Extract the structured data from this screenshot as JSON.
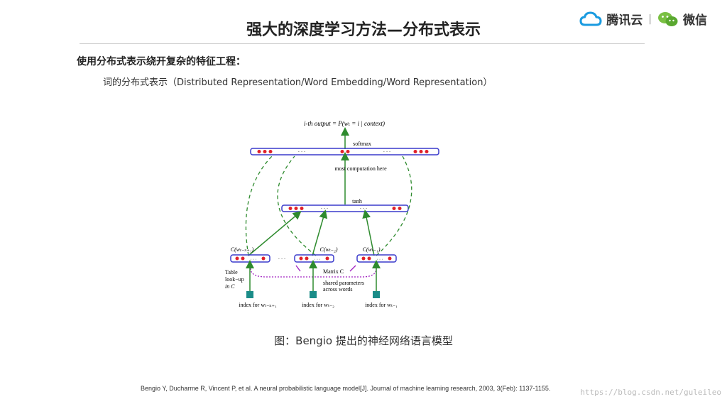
{
  "header": {
    "title": "强大的深度学习方法—分布式表示",
    "brand_tencent": "腾讯云",
    "brand_separator": "|",
    "brand_wechat": "微信"
  },
  "content": {
    "subtitle": "使用分布式表示绕开复杂的特征工程：",
    "description": "词的分布式表示（Distributed Representation/Word Embedding/Word Representation）"
  },
  "diagram": {
    "output_label": "i-th output = P(wₜ = i | context)",
    "softmax_label": "softmax",
    "most_computation_label": "most  computation here",
    "tanh_label": "tanh",
    "ellipsis": "· · ·",
    "ctx_label_1": "C(wₜ₋ₙ₊₁)",
    "ctx_label_2": "C(wₜ₋₂)",
    "ctx_label_3": "C(wₜ₋₁)",
    "table_lookup_1": "Table",
    "table_lookup_2": "look−up",
    "table_lookup_3": "in C",
    "matrix_label": "Matrix C",
    "shared_1": "shared parameters",
    "shared_2": "across words",
    "index_1": "index for wₜ₋ₙ₊₁",
    "index_2": "index for wₜ₋₂",
    "index_3": "index for wₜ₋₁",
    "colors": {
      "box": "#3a3acc",
      "dot": "#e0202a",
      "arrow": "#2e8b2e",
      "dashed": "#2e8b2e",
      "dotted": "#a020c0",
      "input": "#1a8c88"
    }
  },
  "caption": "图：Bengio 提出的神经网络语言模型",
  "reference": "Bengio Y, Ducharme R, Vincent P, et al. A neural probabilistic language model[J]. Journal of machine learning research, 2003, 3(Feb): 1137-1155.",
  "watermark": "https://blog.csdn.net/guleileo"
}
